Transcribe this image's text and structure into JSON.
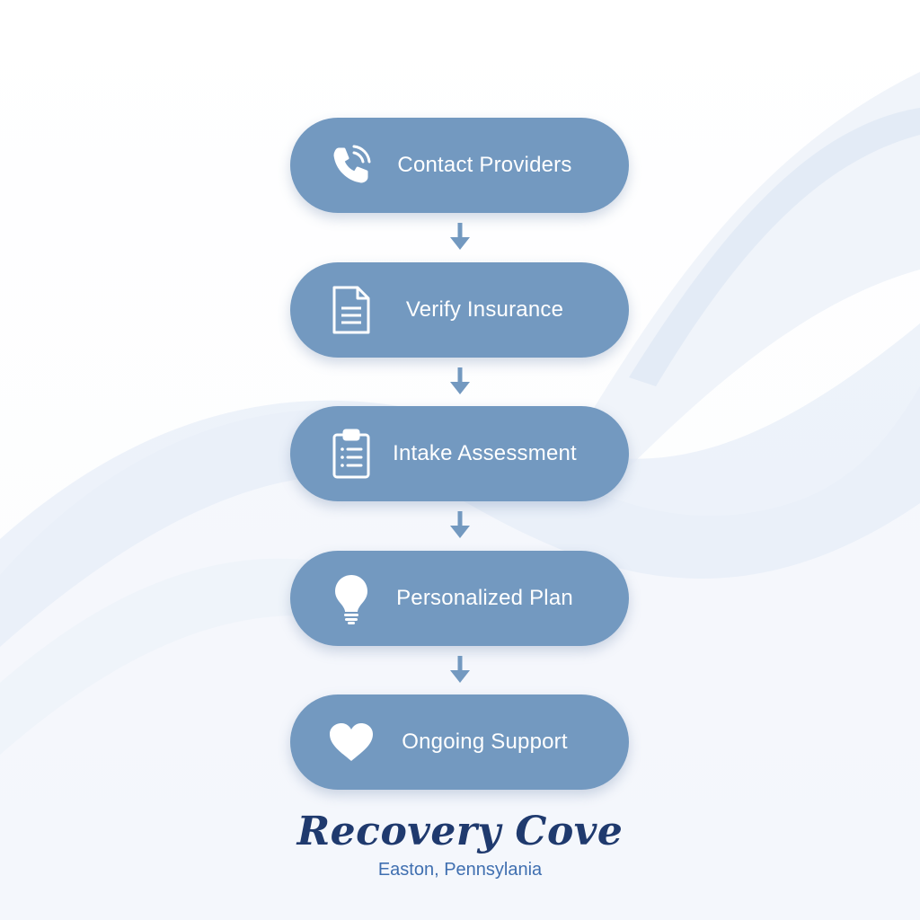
{
  "steps": [
    {
      "label": "Contact Providers",
      "icon": "phone-icon"
    },
    {
      "label": "Verify Insurance",
      "icon": "document-icon"
    },
    {
      "label": "Intake Assessment",
      "icon": "clipboard-icon"
    },
    {
      "label": "Personalized Plan",
      "icon": "lightbulb-icon"
    },
    {
      "label": "Ongoing Support",
      "icon": "heart-icon"
    }
  ],
  "brand": {
    "name": "Recovery Cove",
    "location": "Easton, Pennsylania"
  },
  "colors": {
    "step_fill": "#7399c0",
    "arrow": "#7399c0",
    "brand_name": "#1f3a6e",
    "brand_location": "#3f6fb0"
  }
}
